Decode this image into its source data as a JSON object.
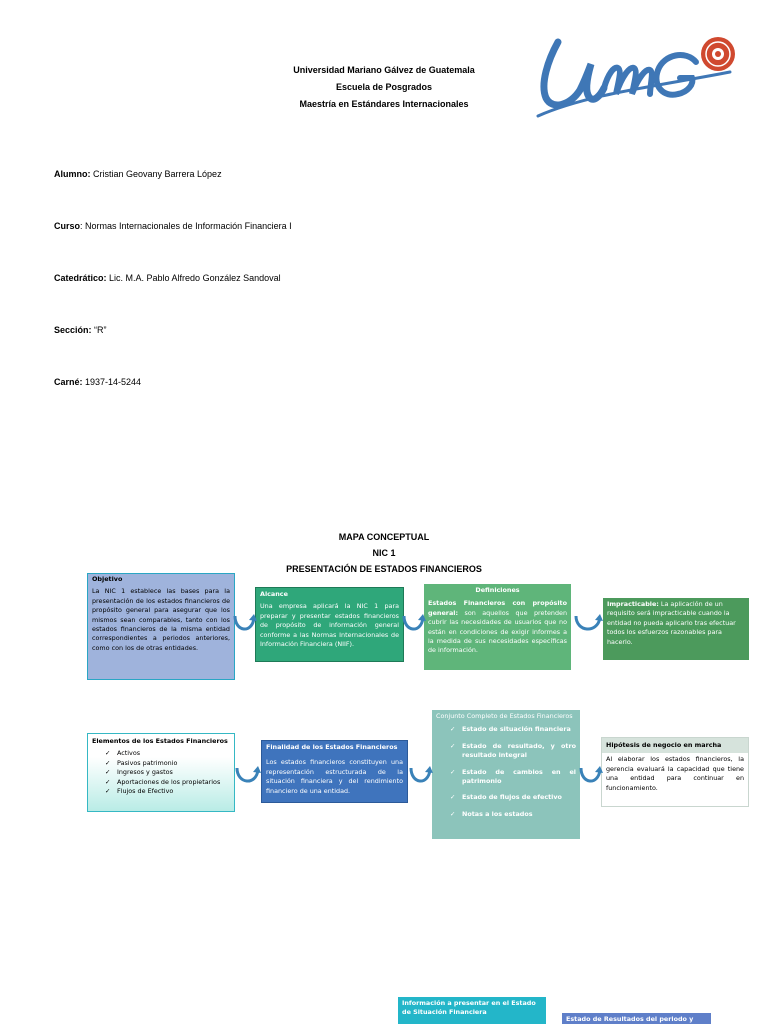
{
  "header": {
    "university": "Universidad Mariano Gálvez de Guatemala",
    "school": "Escuela de Posgrados",
    "program": "Maestría en Estándares Internacionales",
    "logo_text": "UMG"
  },
  "student_info": [
    {
      "label": "Alumno:",
      "value": " Cristian Geovany Barrera López"
    },
    {
      "label": "Curso",
      "value": ": Normas Internacionales de Información Financiera I"
    },
    {
      "label": "Catedrático:",
      "value": " Lic. M.A. Pablo Alfredo González Sandoval"
    },
    {
      "label": "Sección:",
      "value": " “R”"
    },
    {
      "label": "Carné:",
      "value": " 1937-14-5244"
    }
  ],
  "map": {
    "title1": "MAPA CONCEPTUAL",
    "title2": "NIC 1",
    "title3": "PRESENTACIÓN DE ESTADOS FINANCIEROS"
  },
  "boxes": {
    "objetivo": {
      "title": "Objetivo",
      "text": "La NIC 1 establece las bases para la presentación de los estados financieros de propósito general para asegurar que los mismos sean comparables, tanto con los estados financieros de la misma entidad correspondientes a periodos anteriores, como con los de otras entidades."
    },
    "alcance": {
      "title": "Alcance",
      "text": "Una empresa aplicará la NIC 1 para preparar y presentar estados financieros de propósito de información general conforme a las Normas Internacionales de Información Financiera (NIIF)."
    },
    "definiciones": {
      "title": "Definiciones",
      "term": "Estados Financieros con propósito general:",
      "text": " son aquellos que pretenden cubrir las necesidades de usuarios que no están en condiciones de exigir informes a la medida de sus necesidades específicas de información."
    },
    "impracticable": {
      "term": "Impracticable:",
      "text": " La aplicación de un requisito será impracticable cuando la entidad no pueda aplicarlo tras efectuar todos los esfuerzos razonables para hacerlo."
    },
    "elementos": {
      "title": "Elementos de los Estados Financieros",
      "items": [
        "Activos",
        "Pasivos patrimonio",
        "Ingresos y gastos",
        "Aportaciones de los propietarios",
        "Flujos de Efectivo"
      ]
    },
    "finalidad": {
      "title": "Finalidad de los Estados Financieros",
      "text": "Los estados financieros constituyen una representación estructurada de la situación financiera y del rendimiento financiero de una entidad."
    },
    "conjunto": {
      "title": "Conjunto Completo de Estados Financieros",
      "items": [
        "Estado de situación financiera",
        "Estado de resultado, y otro resultado integral",
        "Estado de cambios en el patrimonio",
        "Estado de flujos de efectivo",
        "Notas a los estados"
      ]
    },
    "hipotesis": {
      "title": "Hipótesis de negocio en marcha",
      "text": "Al elaborar los estados financieros, la gerencia evaluará la capacidad que tiene una entidad para continuar en funcionamiento."
    },
    "informacion": {
      "title": "Información a presentar en el Estado de Situación Financiera"
    },
    "resultados": {
      "title": "Estado de Resultados del periodo y"
    }
  },
  "colors": {
    "objetivo_bg": "#9fb3dc",
    "alcance_bg": "#2fa77a",
    "definiciones_bg": "#5fb57a",
    "impracticable_bg": "#4c9a5c",
    "elementos_bg": "#b9ece6",
    "finalidad_bg": "#3f74bd",
    "conjunto_bg": "#8cc4bb",
    "hipotesis_bg": "#d6e3dc",
    "informacion_bg": "#23b6c9",
    "resultados_bg": "#5f7fc9",
    "arrow": "#3a82b8",
    "logo_blue": "#3f77b6",
    "logo_red": "#d0492f"
  }
}
